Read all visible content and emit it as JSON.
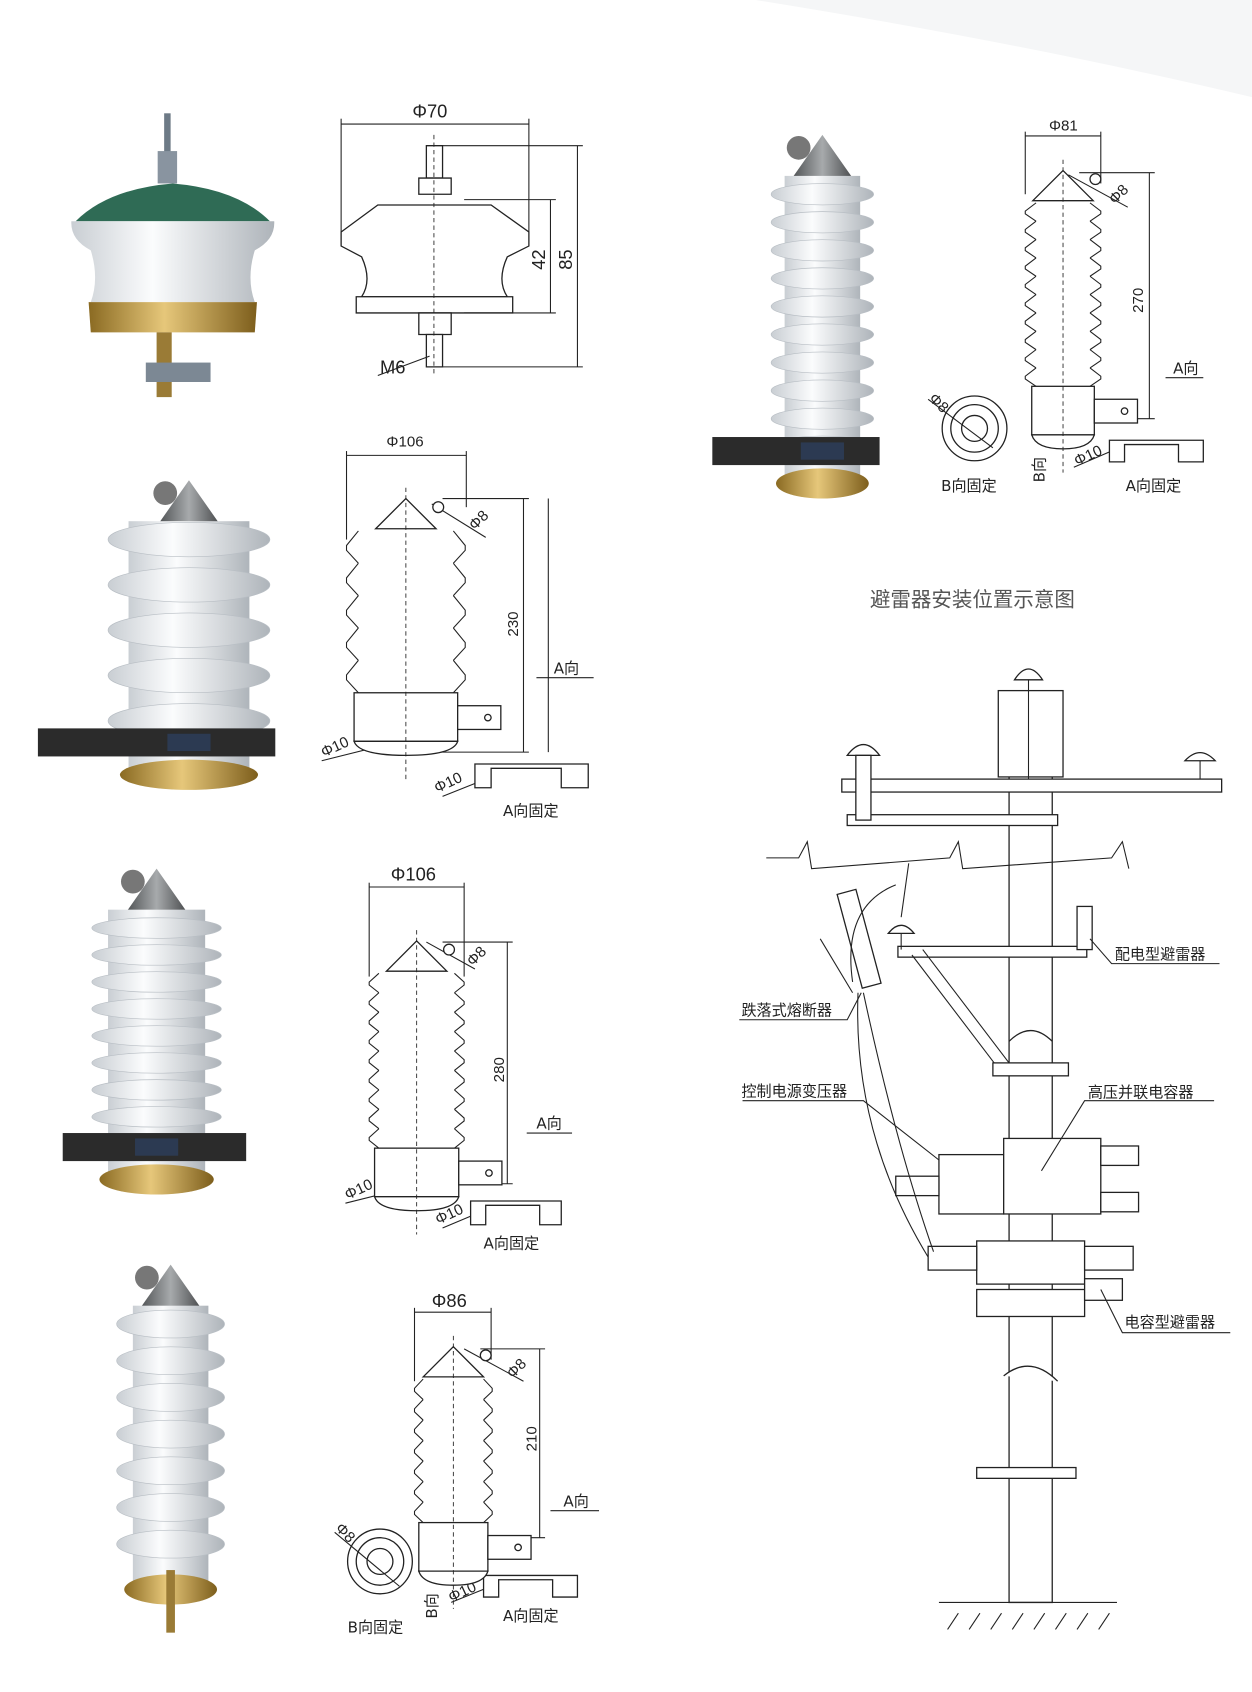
{
  "page_title": "避雷器安装位置示意图",
  "arrester_1": {
    "diameter": "Φ70",
    "height_inner": "42",
    "height_total": "85",
    "thread": "M6"
  },
  "arrester_2": {
    "diameter": "Φ106",
    "hole_top": "Φ8",
    "height": "230",
    "direction_a": "A向",
    "hole_bottom": "Φ10",
    "bracket_hole": "Φ10",
    "bracket_label": "A向固定"
  },
  "arrester_3": {
    "diameter": "Φ106",
    "hole_top": "Φ8",
    "height": "280",
    "direction_a": "A向",
    "hole_bottom": "Φ10",
    "bracket_hole": "Φ10",
    "bracket_label": "A向固定"
  },
  "arrester_4": {
    "diameter": "Φ86",
    "hole_top": "Φ8",
    "height": "210",
    "direction_a": "A向",
    "b_hole": "Φ8",
    "direction_b": "B向",
    "bracket_hole": "Φ10",
    "bracket_label": "A向固定",
    "b_label": "B向固定"
  },
  "arrester_5": {
    "diameter": "Φ81",
    "hole_top": "Φ8",
    "height": "270",
    "direction_a": "A向",
    "b_hole": "Φ8",
    "direction_b": "B向",
    "bracket_hole": "Φ10",
    "bracket_label": "A向固定",
    "b_label": "B向固定"
  },
  "pole_diagram": {
    "labels": [
      "配电型避雷器",
      "跌落式熔断器",
      "控制电源变压器",
      "高压并联电容器",
      "电容型避雷器"
    ]
  },
  "colors": {
    "porcelain": "#eef0f2",
    "cap": "#8a8d8f",
    "brass": "#c9a04a",
    "bracket": "#2b2b2b",
    "glaze_green": "#2f6b55"
  }
}
